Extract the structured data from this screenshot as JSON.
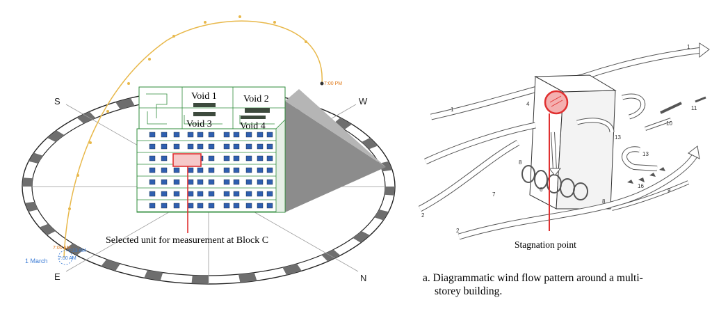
{
  "left_diagram": {
    "compass": {
      "north": "N",
      "south": "S",
      "east": "E",
      "west": "W"
    },
    "voids": [
      "Void 1",
      "Void 2",
      "Void 3",
      "Void 4"
    ],
    "sun_times": {
      "sunset": "7:00 PM",
      "sunrise": "7:00 AM",
      "sunrise_alt": "7:13 AM",
      "sunrise_marker": "7:00 AM"
    },
    "date_label": "1 March",
    "selected_unit_label": "Selected unit for measurement at Block C",
    "colors": {
      "sun_path": "#e8b84a",
      "building_outline": "#2e8b3a",
      "window": "#2f5fb0",
      "highlight": "#e03030",
      "shadow": "#8c8c8c",
      "date_text": "#3a7bd5",
      "time_text": "#e07a1a"
    }
  },
  "right_diagram": {
    "stagnation_label": "Stagnation point",
    "flow_numbers": [
      "1",
      "1",
      "2",
      "2",
      "4",
      "6",
      "7",
      "8",
      "8",
      "9",
      "10",
      "11",
      "13",
      "13",
      "16"
    ],
    "caption_line1": "a.  Diagrammatic wind flow pattern around a multi-",
    "caption_line2": "storey building."
  }
}
